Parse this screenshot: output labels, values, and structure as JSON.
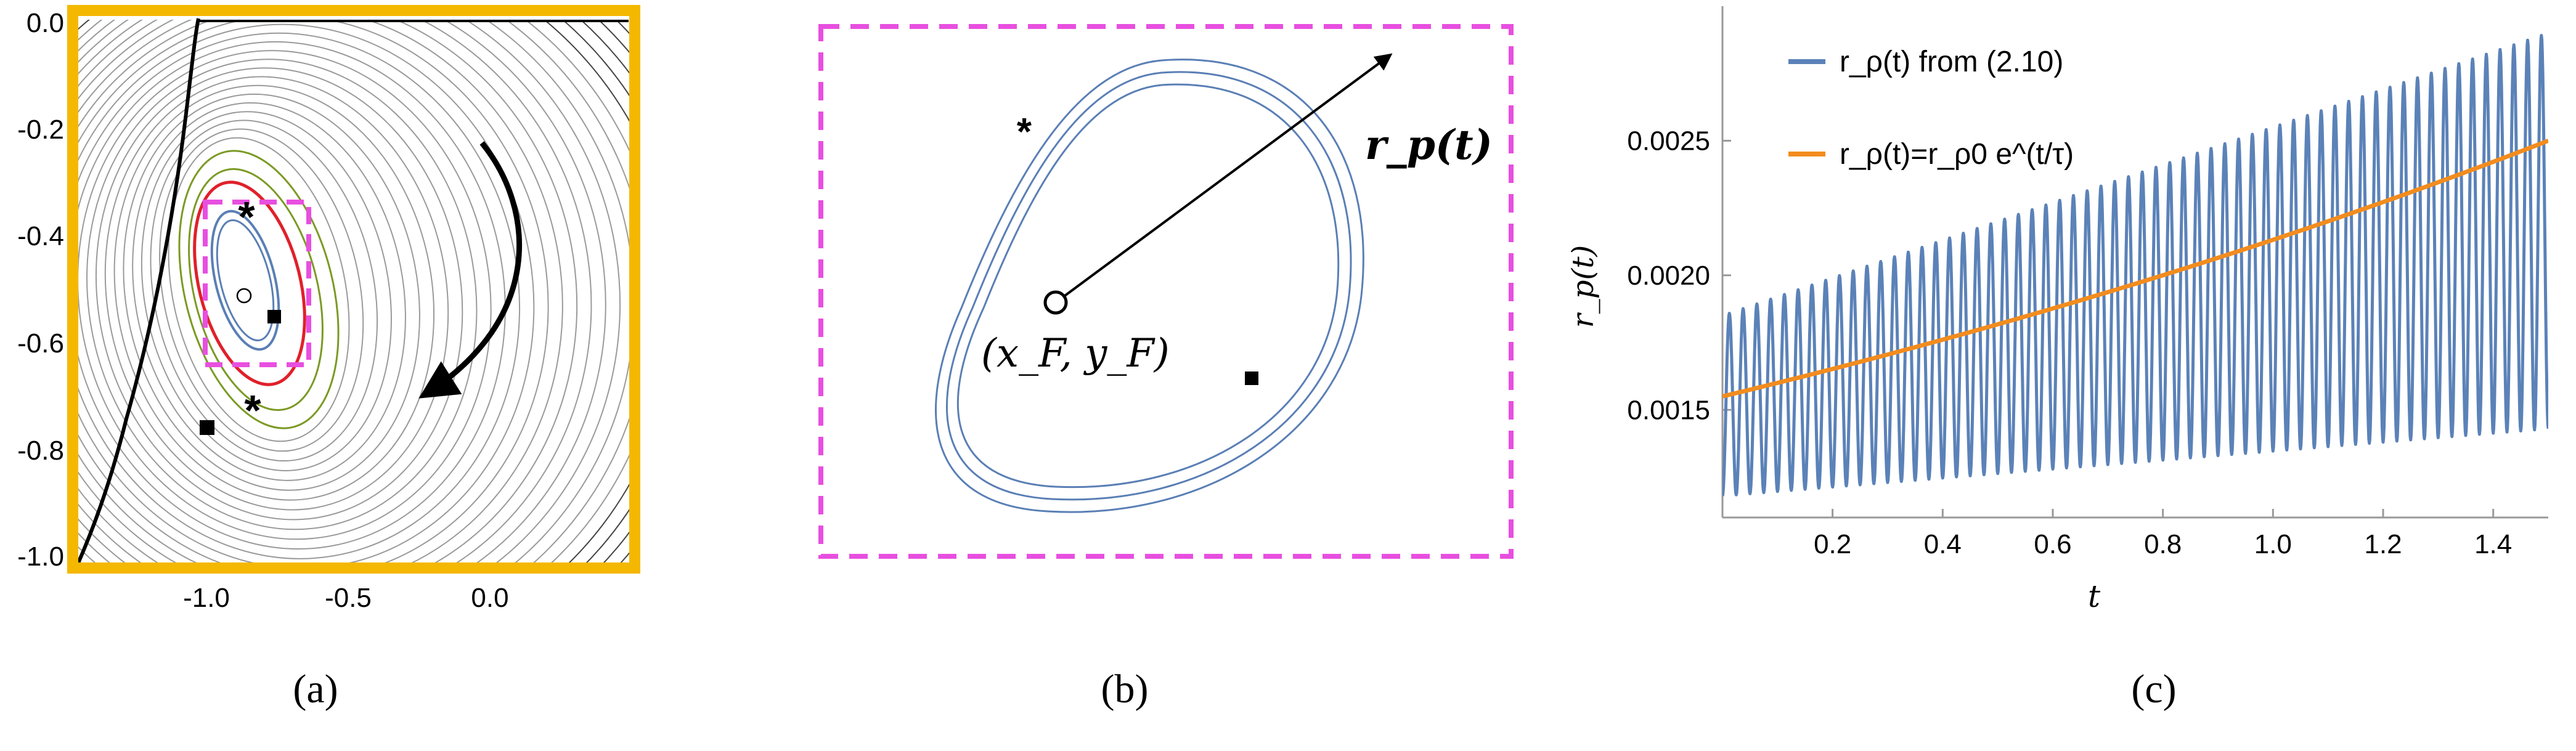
{
  "panel_a": {
    "caption": "(a)",
    "x_ticks": [
      "-1.0",
      "-0.5",
      "0.0"
    ],
    "y_ticks": [
      "0.0",
      "-0.2",
      "-0.4",
      "-0.6",
      "-0.8",
      "-1.0"
    ],
    "star_symbol": "*",
    "colors": {
      "frame": "#f5b800",
      "zoom_box": "#e84fe0",
      "red_orbit": "#e0202a",
      "green_orbit": "#7b9a24",
      "blue_orbit": "#5a7fb5",
      "contours": "#9a9a9a"
    }
  },
  "panel_b": {
    "caption": "(b)",
    "center_label": "(x_F, y_F)",
    "vector_label": "r_p(t)",
    "star_symbol": "*"
  },
  "chart_data": {
    "type": "line",
    "title": "",
    "xlabel": "t",
    "ylabel": "r_p(t)",
    "xlim": [
      0,
      1.5
    ],
    "ylim": [
      0.0011,
      0.003
    ],
    "x_ticks": [
      "0.2",
      "0.4",
      "0.6",
      "0.8",
      "1.0",
      "1.2",
      "1.4"
    ],
    "y_ticks": [
      "0.0015",
      "0.0020",
      "0.0025"
    ],
    "legend_position": "top-left",
    "series": [
      {
        "name": "r_ρ(t) from (2.10)",
        "color": "#5b82b8",
        "kind": "oscillating",
        "min_start": 0.00118,
        "max_start": 0.00185,
        "min_end": 0.00143,
        "max_end": 0.0029,
        "cycles": 60
      },
      {
        "name": "r_ρ(t)=r_ρ0 e^(t/τ)",
        "color": "#f28c1e",
        "kind": "exponential",
        "y_start": 0.00155,
        "y_end": 0.0025
      }
    ],
    "caption": "(c)"
  }
}
